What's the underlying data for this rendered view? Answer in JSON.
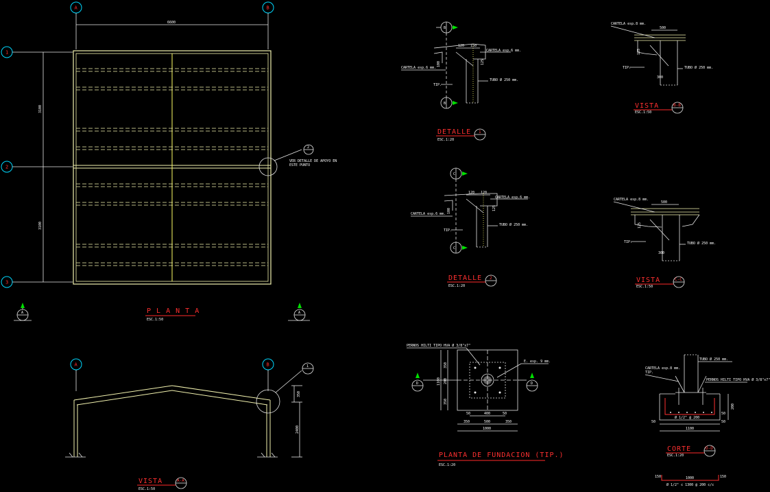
{
  "views": {
    "planta": {
      "title": "P L A N T A",
      "scale": "ESC.1:50"
    },
    "vista_aa": {
      "title": "VISTA",
      "tag": "A-A",
      "scale": "ESC.1:50"
    },
    "detalle1": {
      "title": "DETALLE",
      "tag": "1",
      "scale": "ESC.1:20"
    },
    "detalle2": {
      "title": "DETALLE",
      "tag": "2",
      "scale": "ESC.1:20"
    },
    "vista_bb": {
      "title": "VISTA",
      "tag": "B-B",
      "scale": "ESC.1:50"
    },
    "vista_cc": {
      "title": "VISTA",
      "tag": "C-C",
      "scale": "ESC.1:50"
    },
    "fundacion": {
      "title": "PLANTA DE FUNDACION (TIP.)",
      "scale": "ESC.1:20"
    },
    "corte_dd": {
      "title": "CORTE",
      "tag": "D-D",
      "scale": "ESC.1:20"
    }
  },
  "grid": {
    "cols": [
      "A",
      "B"
    ],
    "rows": [
      "1",
      "2",
      "3"
    ]
  },
  "planta_dims": {
    "top": "6600",
    "left_upper": "3100",
    "left_lower": "3100"
  },
  "vista_dims": {
    "rise": "350",
    "height": "2400"
  },
  "notes": {
    "ver_detalle_1": "VER DETALLE DE APOYO EN",
    "ver_detalle_2": "ESTE PUNTO",
    "cartela_6": "CARTELA esp.6 mm.",
    "cartela_8": "CARTELA esp.8 mm.",
    "tubo_250": "TUBO Ø 250 mm.",
    "tip": "TIP.",
    "pernos": "PERNOS HILTI TIPO HVA Ø 3/8\"x7\"",
    "placa": "E. esp. 9 mm.",
    "fierro": "Ø 1/2\" @ 200",
    "fierro_bottom": "Ø 1/2\" c 1300 @ 200 c/c"
  },
  "detail_dims": {
    "d1_a": "120",
    "d1_b": "150",
    "d1_c": "100",
    "d1_d": "125",
    "d2_a": "120",
    "d2_b": "120",
    "d2_c": "100",
    "d2_d": "125",
    "v_a": "500",
    "v_b": "125",
    "v_c": "300"
  },
  "fund_dims": {
    "side": "1100",
    "inner": "400",
    "edge1": "50",
    "edge2": "50",
    "b1": "350",
    "b2": "500",
    "b3": "350",
    "total": "1000",
    "h1": "350",
    "h2": "350",
    "h3": "200"
  },
  "corte_dims": {
    "w": "1100",
    "e1": "50",
    "e2": "50",
    "h1": "200",
    "h2": "50",
    "bot_a": "150",
    "bot_b": "1000",
    "bot_c": "150"
  },
  "section_marks": {
    "a_up": "A",
    "a_down": "A",
    "b_up": "B",
    "b_down": "B",
    "c_up": "C",
    "c_down": "C",
    "d_left": "D",
    "d_right": "D",
    "ref_1": "1",
    "ref_2": "2"
  }
}
